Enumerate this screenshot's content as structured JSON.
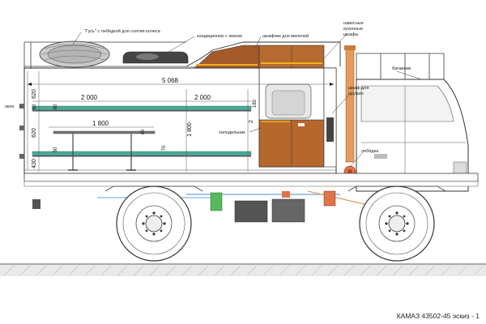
{
  "caption": "КАМАЗ 43502-45 эскиз - 1",
  "callouts": {
    "spare_wheel_hoist": "\"Гусь\" с лебёдкой для снятия колеса",
    "air_conditioner": "кондиционер с люком",
    "cabinet": "шкафчик для мелочей",
    "hinged_cabinets": [
      "навесные",
      "кухонные",
      "шкафы"
    ],
    "wardrobe": [
      "шкаф для",
      "оружия"
    ],
    "winch": "лебёдка",
    "roof_rack": "багажник",
    "refrigerator": "холодильник",
    "window": "окно"
  },
  "dimensions": {
    "overall_length": "5 068",
    "bunk_left": "2 000",
    "bunk_right": "2 000",
    "table_length": "1 800",
    "interior_height": "1 800",
    "door_height": "2",
    "upper_620": "620",
    "mid_620": "620",
    "low_430": "430",
    "small_60": "60",
    "small_80": "80",
    "small_50": "50",
    "small_70": "70",
    "small_40": "40",
    "small_180": "180"
  }
}
